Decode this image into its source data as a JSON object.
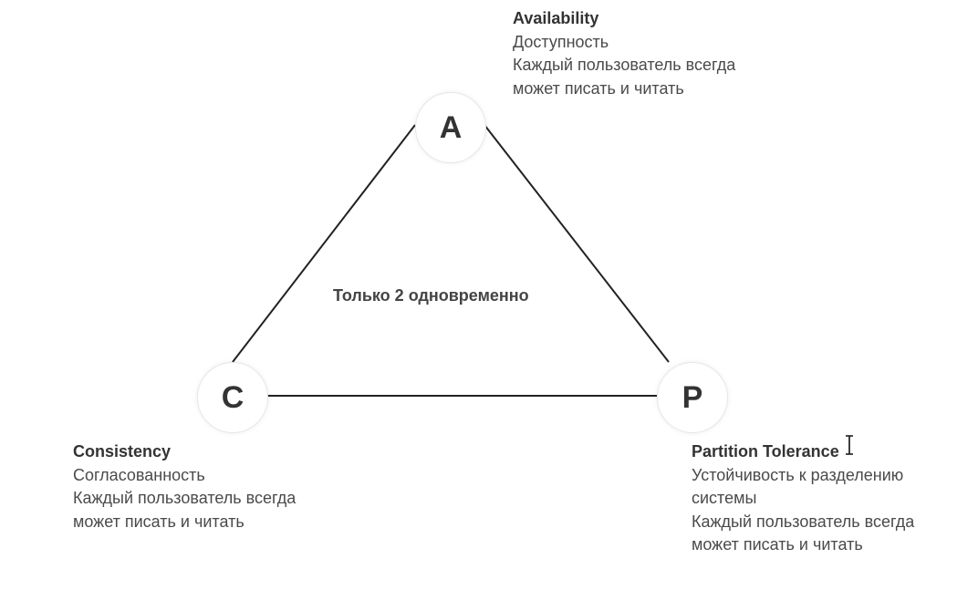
{
  "diagram": {
    "center_note": "Только 2 одновременно",
    "line_color": "#222222",
    "nodes": {
      "a": {
        "letter": "A",
        "title": "Availability",
        "lines": [
          "Доступность",
          "Каждый пользователь всегда",
          "может писать и читать"
        ]
      },
      "c": {
        "letter": "C",
        "title": "Consistency",
        "lines": [
          "Согласованность",
          "Каждый пользователь всегда",
          "может писать и читать"
        ]
      },
      "p": {
        "letter": "P",
        "title": "Partition Tolerance",
        "lines": [
          "Устойчивость к разделению",
          "системы",
          "Каждый пользователь всегда",
          "может писать и читать"
        ]
      }
    }
  },
  "cursor": {
    "icon": "text-cursor-icon"
  }
}
